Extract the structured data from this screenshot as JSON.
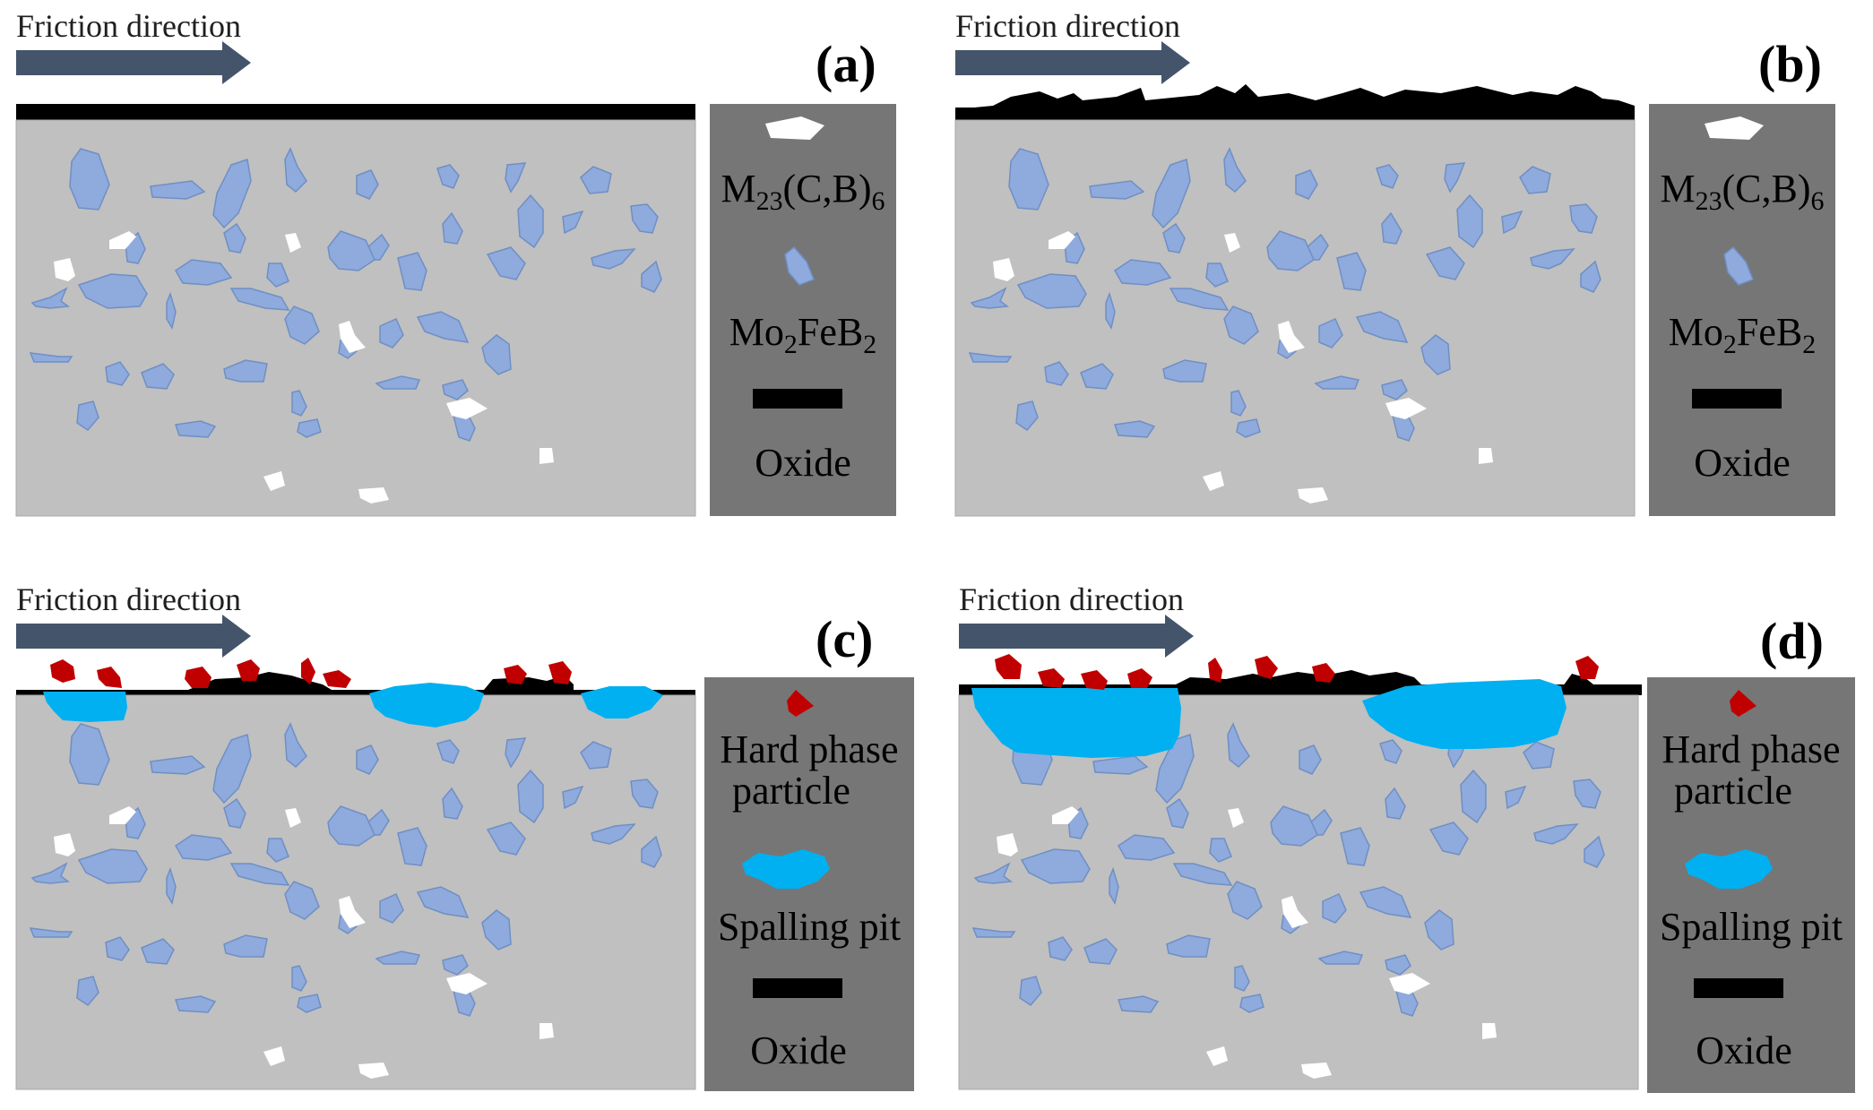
{
  "friction_label": "Friction direction",
  "legend": {
    "m23_prefix": "M",
    "m23_sub": "23",
    "m23_mid": "(C,B)",
    "m23_sub2": "6",
    "mo_prefix": "Mo",
    "mo_sub": "2",
    "mo_mid": "FeB",
    "mo_sub2": "2",
    "oxide": "Oxide",
    "hard_phase": "Hard phase",
    "particle": "particle",
    "spalling": "Spalling pit"
  },
  "panels": [
    {
      "label": "(a)"
    },
    {
      "label": "(b)"
    },
    {
      "label": "(c)"
    },
    {
      "label": "(d)"
    }
  ],
  "colors": {
    "matrix": "#c0c0c0",
    "boride": "#8faadc",
    "boride_edge": "#6f8fc4",
    "carbide": "#ffffff",
    "oxide": "#000000",
    "arrow": "#44546a",
    "legend_bg": "#767676",
    "hard_particle": "#c00000",
    "spalling_pit": "#00b0f0"
  }
}
